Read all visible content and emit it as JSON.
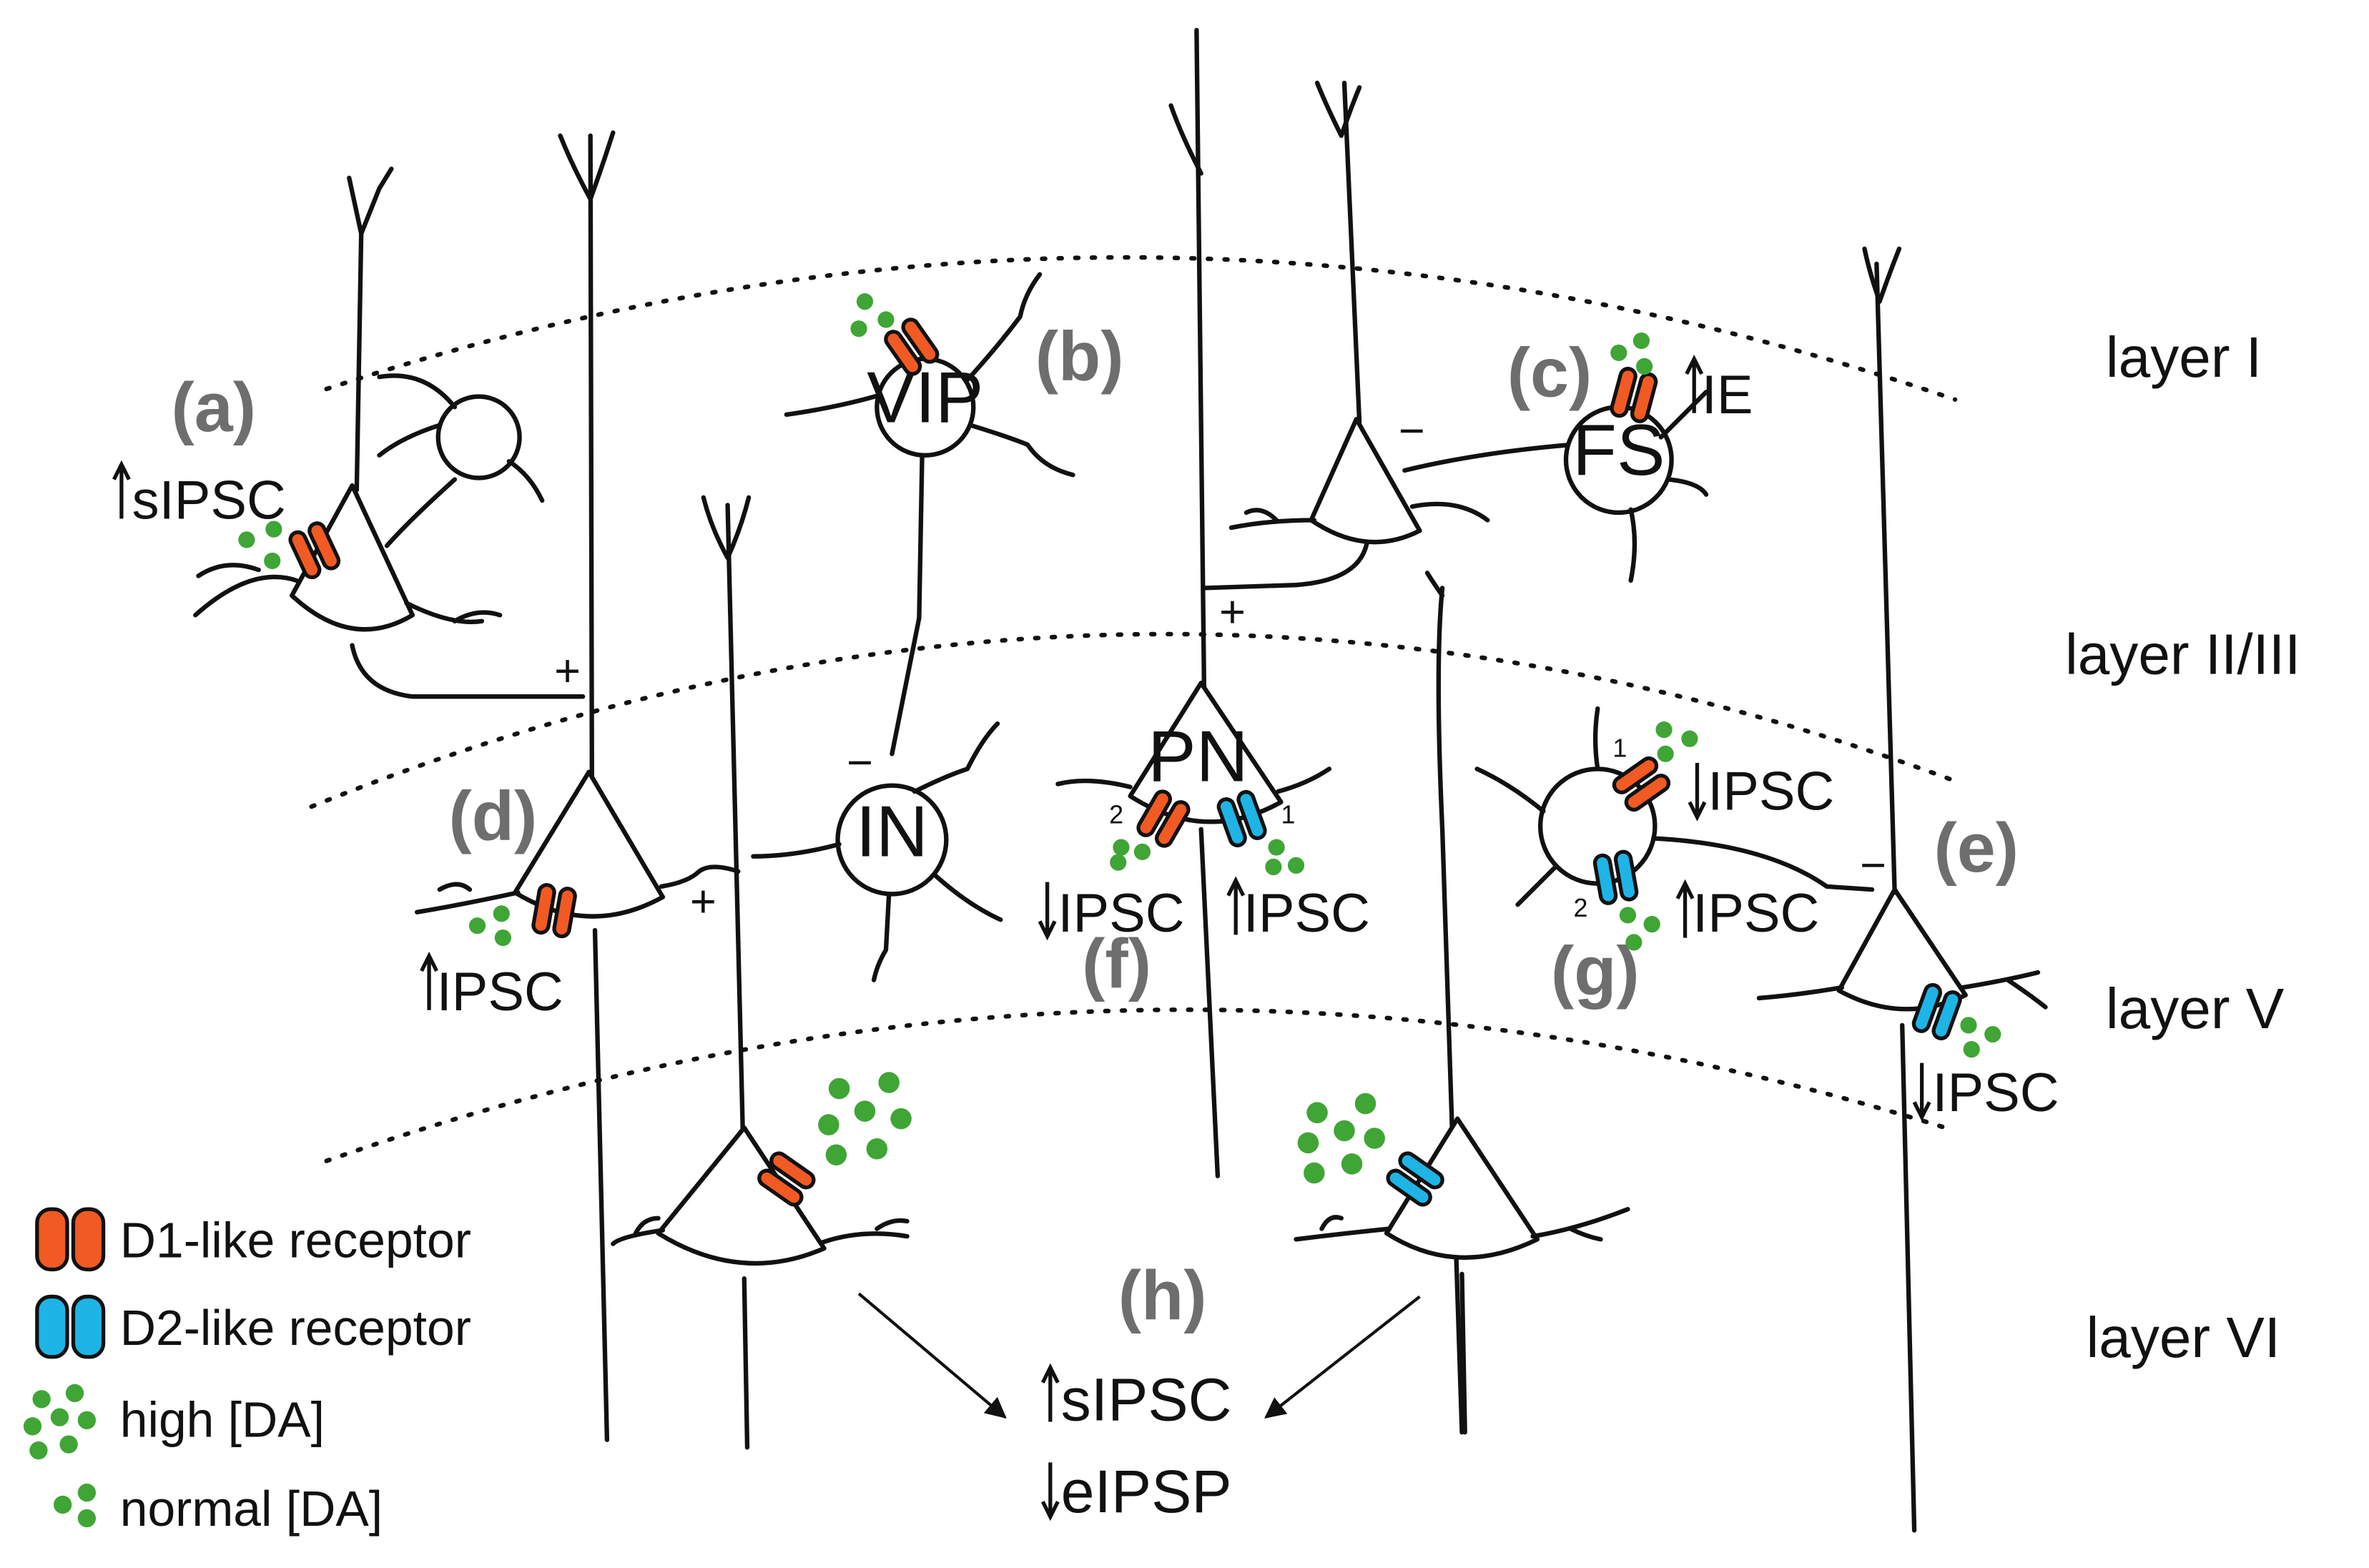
{
  "layers": {
    "l1": "layer I",
    "l23": "layer II/III",
    "l5": "layer V",
    "l6": "layer VI"
  },
  "tags": {
    "a": "(a)",
    "b": "(b)",
    "c": "(c)",
    "d": "(d)",
    "e": "(e)",
    "f": "(f)",
    "g": "(g)",
    "h": "(h)"
  },
  "cells": {
    "vip": "VIP",
    "fs": "FS",
    "in": "IN",
    "pn": "PN"
  },
  "effects": {
    "a": "sIPSC",
    "c": "IE",
    "d": "IPSC",
    "f_left": "IPSC",
    "f_right": "IPSC",
    "g_top": "IPSC",
    "g_bottom": "IPSC",
    "e": "IPSC",
    "h_top": "sIPSC",
    "h_bottom": "eIPSP"
  },
  "signs": {
    "plus": "+",
    "minus": "−"
  },
  "receptor_numbers": {
    "one": "1",
    "two": "2"
  },
  "legend": {
    "d1": "D1-like receptor",
    "d2": "D2-like receptor",
    "high": "high [DA]",
    "normal": "normal [DA]"
  },
  "colors": {
    "d1": "#F15A22",
    "d2": "#1EB4E6",
    "dopamine": "#3FA535",
    "line": "#111111"
  }
}
